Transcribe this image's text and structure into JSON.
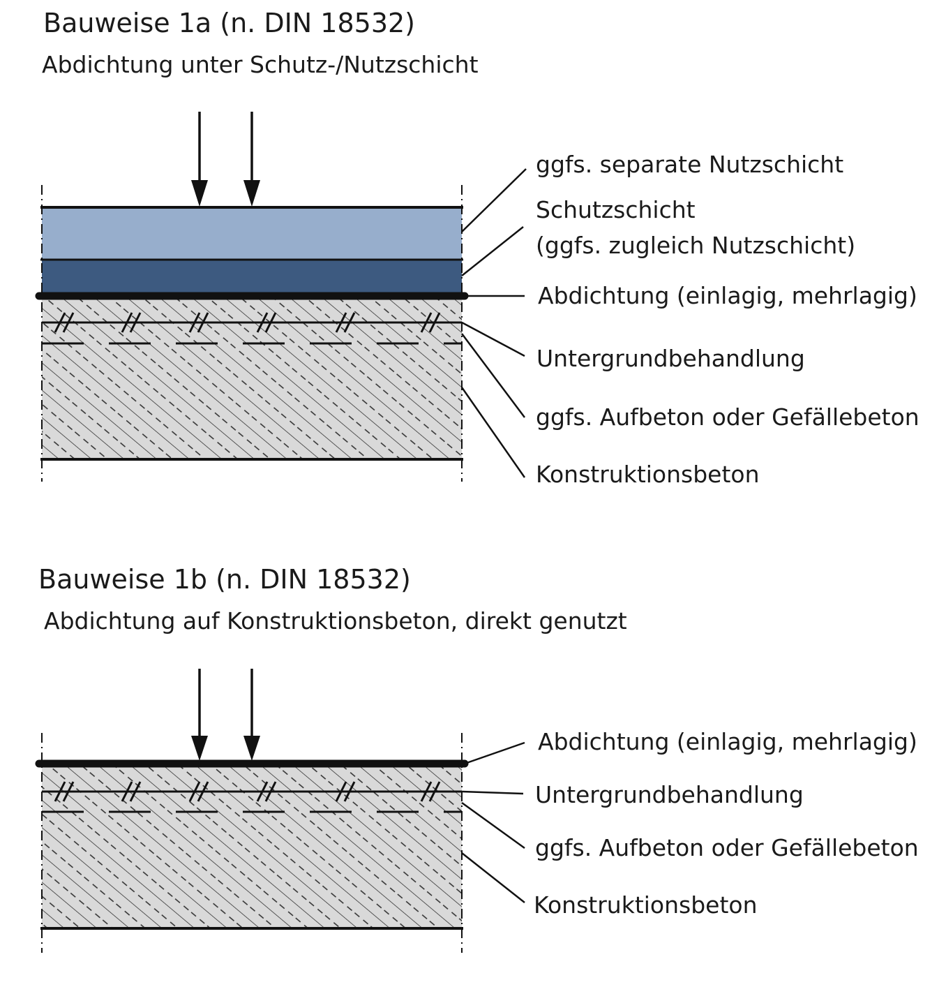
{
  "diagram_1a": {
    "title": "Bauweise 1a (n. DIN 18532)",
    "subtitle": "Abdichtung unter Schutz-/Nutzschicht",
    "labels": {
      "nutzschicht": "ggfs. separate Nutzschicht",
      "schutzschicht_line1": "Schutzschicht",
      "schutzschicht_line2": "(ggfs. zugleich Nutzschicht)",
      "abdichtung": "Abdichtung (einlagig, mehrlagig)",
      "untergrund": "Untergrundbehandlung",
      "aufbeton": "ggfs. Aufbeton oder Gefällebeton",
      "konstruktion": "Konstruktionsbeton"
    }
  },
  "diagram_1b": {
    "title": "Bauweise 1b (n. DIN 18532)",
    "subtitle": "Abdichtung auf Konstruktionsbeton, direkt genutzt",
    "labels": {
      "abdichtung": "Abdichtung (einlagig, mehrlagig)",
      "untergrund": "Untergrundbehandlung",
      "aufbeton": "ggfs. Aufbeton oder Gefällebeton",
      "konstruktion": "Konstruktionsbeton"
    }
  },
  "colors": {
    "nutzschicht": "#97aecc",
    "schutzschicht": "#3d5a80",
    "concrete": "#d9d9d9",
    "line": "#111111"
  }
}
